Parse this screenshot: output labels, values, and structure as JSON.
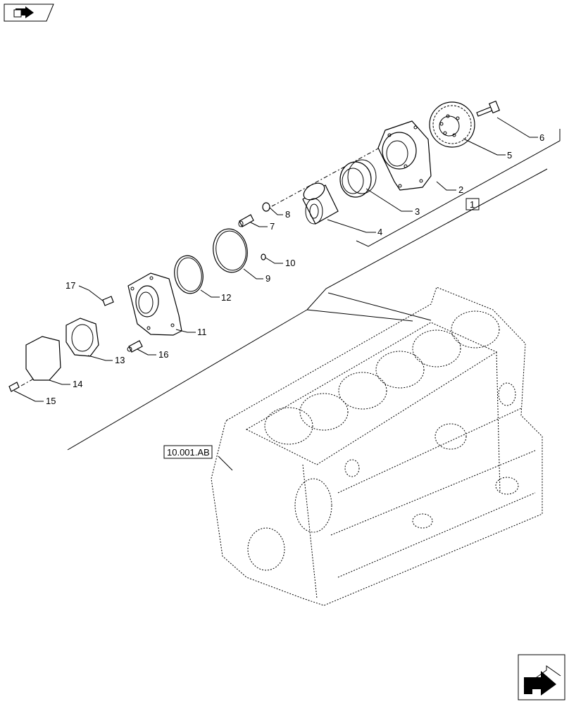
{
  "group_label": "1",
  "reference_label": "10.001.AB",
  "callouts": [
    "2",
    "3",
    "4",
    "5",
    "6",
    "7",
    "8",
    "9",
    "10",
    "11",
    "12",
    "13",
    "14",
    "15",
    "16",
    "17"
  ],
  "icons": {
    "top_left": "book-arrow-icon",
    "bottom_right": "next-page-arrow-icon"
  }
}
